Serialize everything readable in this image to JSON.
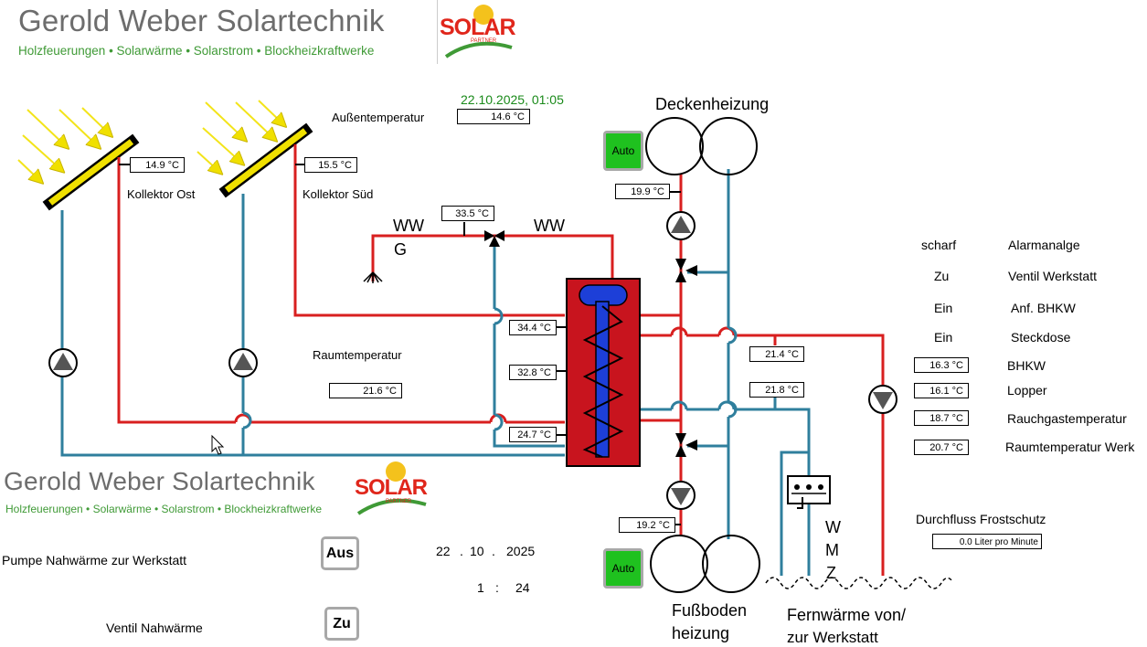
{
  "brand": {
    "title": "Gerold Weber Solartechnik",
    "subtitle": "Holzfeuerungen • Solarwärme • Solarstrom • Blockheizkraftwerke",
    "logo_text": "SOLAR",
    "logo_sub": "PARTNER"
  },
  "datetime": "22.10.2025,  01:05",
  "outside": {
    "label": "Außentemperatur",
    "value": "14.6 °C"
  },
  "collectors": {
    "east": {
      "label": "Kollektor Ost",
      "value": "14.9 °C"
    },
    "south": {
      "label": "Kollektor Süd",
      "value": "15.5 °C"
    }
  },
  "room": {
    "label": "Raumtemperatur",
    "value": "21.6 °C"
  },
  "hot_water": {
    "ww_left": "WW",
    "g": "G",
    "ww_right": "WW",
    "mixer_value": "33.5 °C"
  },
  "tank": {
    "t1": "34.4 °C",
    "t2": "32.8 °C",
    "t3": "24.7 °C"
  },
  "ceiling": {
    "title": "Deckenheizung",
    "mode": "Auto",
    "value": "19.9 °C"
  },
  "floor": {
    "title_line1": "Fußboden",
    "title_line2": "heizung",
    "mode": "Auto",
    "value": "19.2 °C"
  },
  "district": {
    "supply_value": "21.4 °C",
    "return_value": "21.8 °C",
    "wmz": [
      "W",
      "M",
      "Z"
    ],
    "title_line1": "Fernwärme von/",
    "title_line2": "zur Werkstatt"
  },
  "status": [
    {
      "state": "scharf",
      "label": "Alarmanalge"
    },
    {
      "state": "Zu",
      "label": "Ventil Werkstatt"
    },
    {
      "state": "Ein",
      "label": "Anf. BHKW"
    },
    {
      "state": "Ein",
      "label": "Steckdose"
    }
  ],
  "readings": [
    {
      "value": "16.3 °C",
      "label": "BHKW"
    },
    {
      "value": "16.1 °C",
      "label": "Lopper"
    },
    {
      "value": "18.7 °C",
      "label": "Rauchgastemperatur"
    },
    {
      "value": "20.7 °C",
      "label": "Raumtemperatur Werk"
    }
  ],
  "flow": {
    "label": "Durchfluss Frostschutz",
    "value": "0.0 Liter pro Minute"
  },
  "controls": {
    "pump_label": "Pumpe  Nahwärme zur Werkstatt",
    "pump_button": "Aus",
    "valve_label": "Ventil Nahwärme",
    "valve_button": "Zu",
    "date_day": "22",
    "date_month": "10",
    "date_year": "2025",
    "time_hour": "1",
    "time_min": "24"
  },
  "colors": {
    "red_pipe": "#d81f1f",
    "blue_pipe": "#2f7f9d",
    "tank": "#c8141e",
    "coil": "#1d3fd8",
    "auto": "#1fc11f",
    "brand_green": "#3f9a36"
  }
}
